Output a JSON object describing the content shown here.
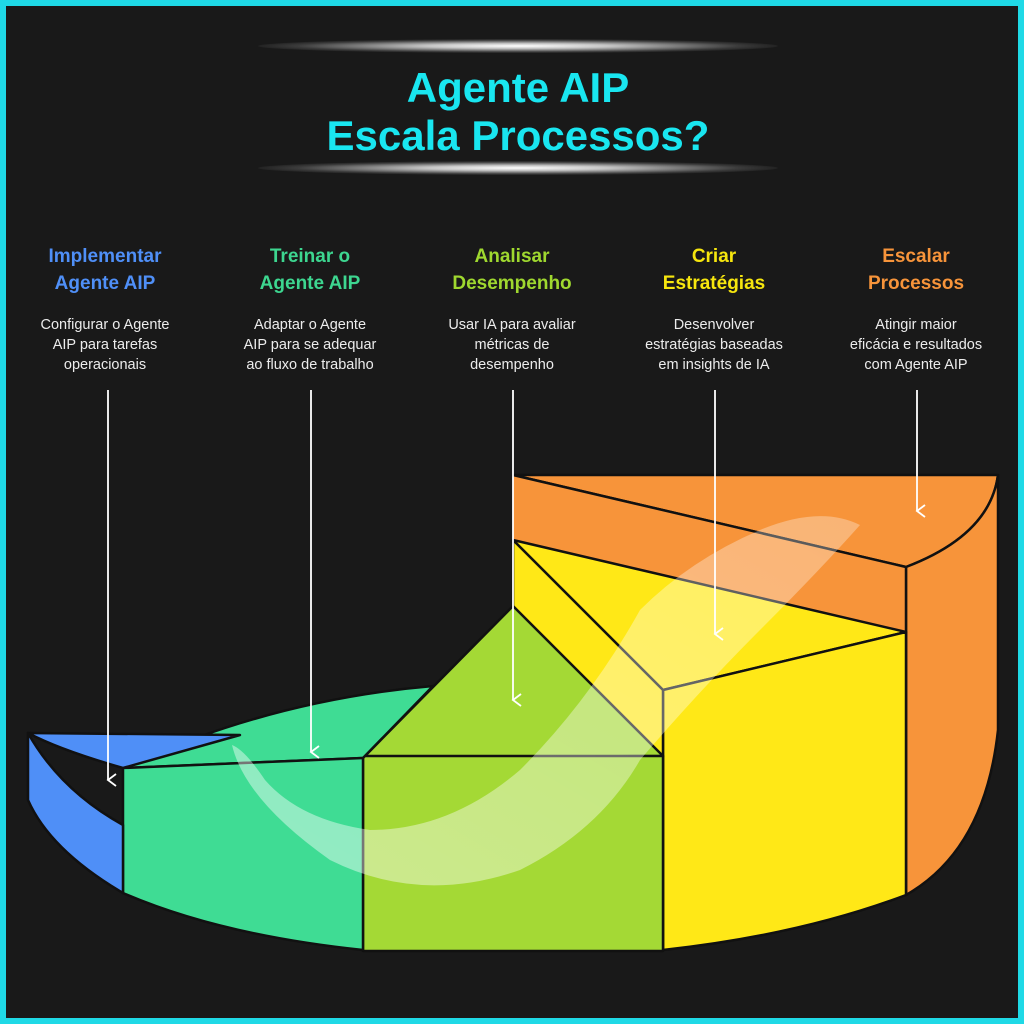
{
  "title": {
    "line1": "Agente AIP",
    "line2": "Escala Processos?"
  },
  "steps": [
    {
      "title_line1": "Implementar",
      "title_line2": "Agente AIP",
      "desc_line1": "Configurar o Agente",
      "desc_line2": "AIP para tarefas",
      "desc_line3": "operacionais",
      "color": "#4f8ff7"
    },
    {
      "title_line1": "Treinar o",
      "title_line2": "Agente AIP",
      "desc_line1": "Adaptar o Agente",
      "desc_line2": "AIP para se adequar",
      "desc_line3": "ao fluxo de trabalho",
      "color": "#3dd690"
    },
    {
      "title_line1": "Analisar",
      "title_line2": "Desempenho",
      "desc_line1": "Usar IA para avaliar",
      "desc_line2": "métricas de",
      "desc_line3": "desempenho",
      "color": "#9fd82f"
    },
    {
      "title_line1": "Criar",
      "title_line2": "Estratégias",
      "desc_line1": "Desenvolver",
      "desc_line2": "estratégias baseadas",
      "desc_line3": "em insights de IA",
      "color": "#f6e60e"
    },
    {
      "title_line1": "Escalar",
      "title_line2": "Processos",
      "desc_line1": "Atingir maior",
      "desc_line2": "eficácia e resultados",
      "desc_line3": "com Agente AIP",
      "color": "#f7943a"
    }
  ],
  "colors": {
    "accent": "#19e6f0",
    "background": "#191919",
    "blue": "#4f8ff7",
    "green": "#3dd690",
    "lime": "#9fd82f",
    "yellow": "#ffe817",
    "orange": "#f7943a"
  }
}
